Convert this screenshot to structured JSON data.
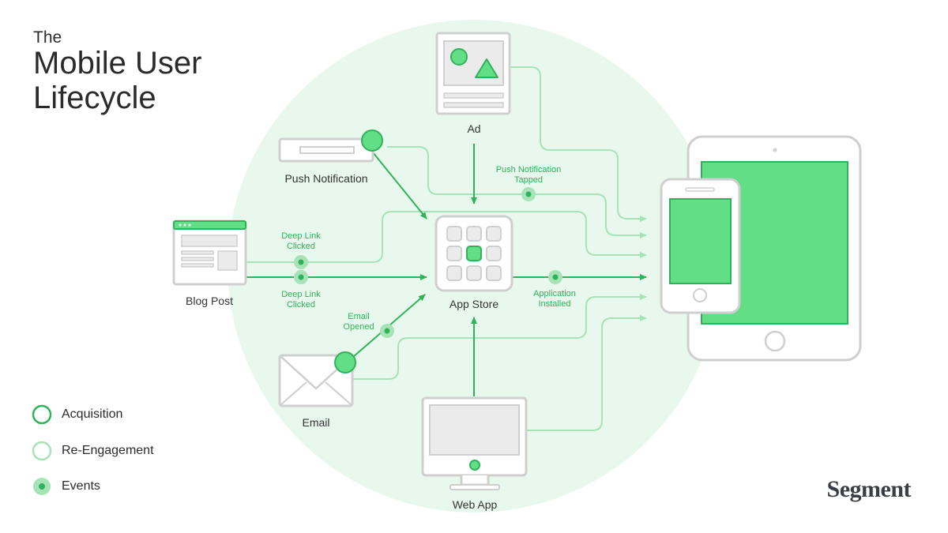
{
  "title": {
    "line1": "The",
    "line2": "Mobile User Lifecycle"
  },
  "nodes": {
    "ad": "Ad",
    "push_notification": "Push Notification",
    "blog_post": "Blog Post",
    "app_store": "App Store",
    "email": "Email",
    "web_app": "Web App"
  },
  "events": {
    "push_tapped": [
      "Push Notification",
      "Tapped"
    ],
    "deep_link_upper": [
      "Deep Link",
      "Clicked"
    ],
    "deep_link_lower": [
      "Deep Link",
      "Clicked"
    ],
    "email_opened": [
      "Email",
      "Opened"
    ],
    "app_installed": [
      "Application",
      "Installed"
    ]
  },
  "legend": [
    {
      "label": "Acquisition",
      "kind": "acquisition"
    },
    {
      "label": "Re-Engagement",
      "kind": "reengagement"
    },
    {
      "label": "Events",
      "kind": "events"
    }
  ],
  "brand": "Segment",
  "colors": {
    "acquisition": "#2fb35a",
    "reengagement": "#a8e3b7",
    "event_fill": "#2fb35a",
    "bg_circle": "#e9f8ed",
    "device_screen": "#62de87",
    "outline": "#cfcfcf"
  }
}
